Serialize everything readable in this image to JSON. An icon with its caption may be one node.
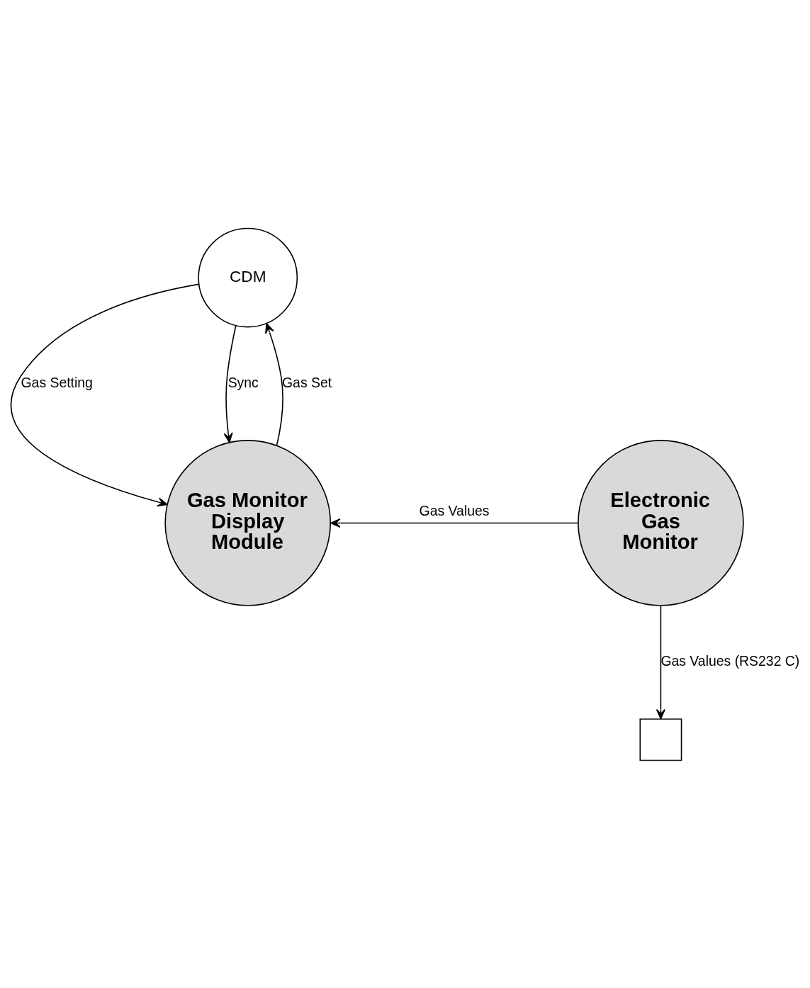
{
  "diagram": {
    "nodes": [
      {
        "text": [
          "CDM"
        ]
      },
      {
        "text": [
          "Gas Monitor Display Module"
        ]
      },
      {
        "text": [
          "Electronic Gas Monitor"
        ]
      },
      {
        "text": [],
        "shape": "box"
      }
    ],
    "edges": [
      {
        "from": 1,
        "to": 0,
        "arrow": "to",
        "label": "Gas Set"
      },
      {
        "from": 0,
        "to": 1,
        "arrow": "to",
        "label": "Gas Setting"
      },
      {
        "from": 0,
        "to": 1,
        "arrow": "to",
        "label": "Sync"
      },
      {
        "from": 2,
        "to": 1,
        "arrow": "to",
        "label": "Gas Values"
      },
      {
        "from": 2,
        "to": 3,
        "arrow": "to",
        "label": "Gas Values (RS232 C)"
      }
    ]
  }
}
